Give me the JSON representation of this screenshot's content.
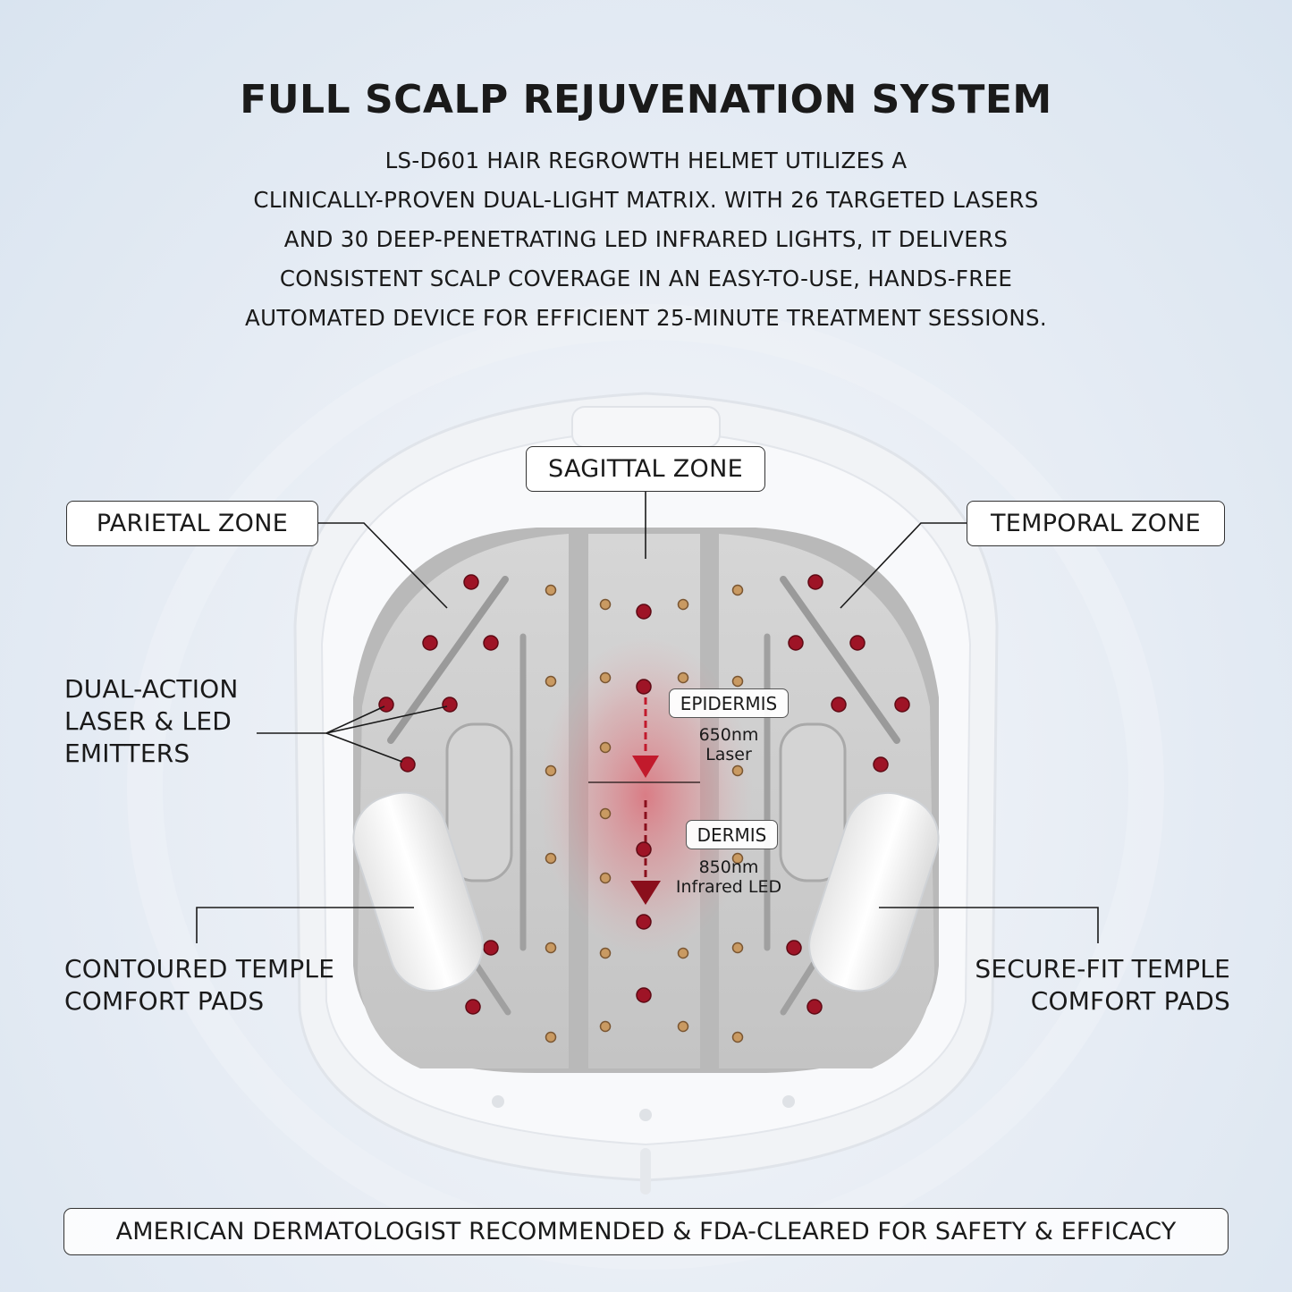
{
  "header": {
    "title": "FULL SCALP REJUVENATION SYSTEM",
    "description_lines": [
      "LS-D601 HAIR REGROWTH HELMET UTILIZES A",
      "CLINICALLY-PROVEN DUAL-LIGHT MATRIX. WITH 26 TARGETED LASERS",
      "AND 30 DEEP-PENETRATING LED INFRARED LIGHTS, IT DELIVERS",
      "CONSISTENT SCALP COVERAGE IN AN EASY-TO-USE, HANDS-FREE",
      "AUTOMATED DEVICE FOR EFFICIENT 25-MINUTE TREATMENT SESSIONS."
    ]
  },
  "zones": {
    "sagittal": "SAGITTAL ZONE",
    "parietal": "PARIETAL ZONE",
    "temporal": "TEMPORAL ZONE"
  },
  "callouts": {
    "emitters_lines": [
      "DUAL-ACTION",
      "LASER & LED",
      "EMITTERS"
    ],
    "contoured_lines": [
      "CONTOURED TEMPLE",
      "COMFORT PADS"
    ],
    "secure_lines": [
      "SECURE-FIT TEMPLE",
      "COMFORT PADS"
    ]
  },
  "layers": {
    "epidermis": {
      "label": "EPIDERMIS",
      "wavelength": "650nm",
      "source": "Laser"
    },
    "dermis": {
      "label": "DERMIS",
      "wavelength": "850nm",
      "source": "Infrared LED"
    }
  },
  "footer": "AMERICAN DERMATOLOGIST RECOMMENDED & FDA-CLEARED FOR SAFETY & EFFICACY",
  "colors": {
    "laser_red": "#9e1426",
    "led_gold": "#b8864e",
    "panel_gray": "#cfcfcf",
    "helmet_white": "#f4f5f7"
  },
  "icons": [
    "red-laser-dot",
    "led-emitter-dot",
    "penetration-arrow"
  ]
}
